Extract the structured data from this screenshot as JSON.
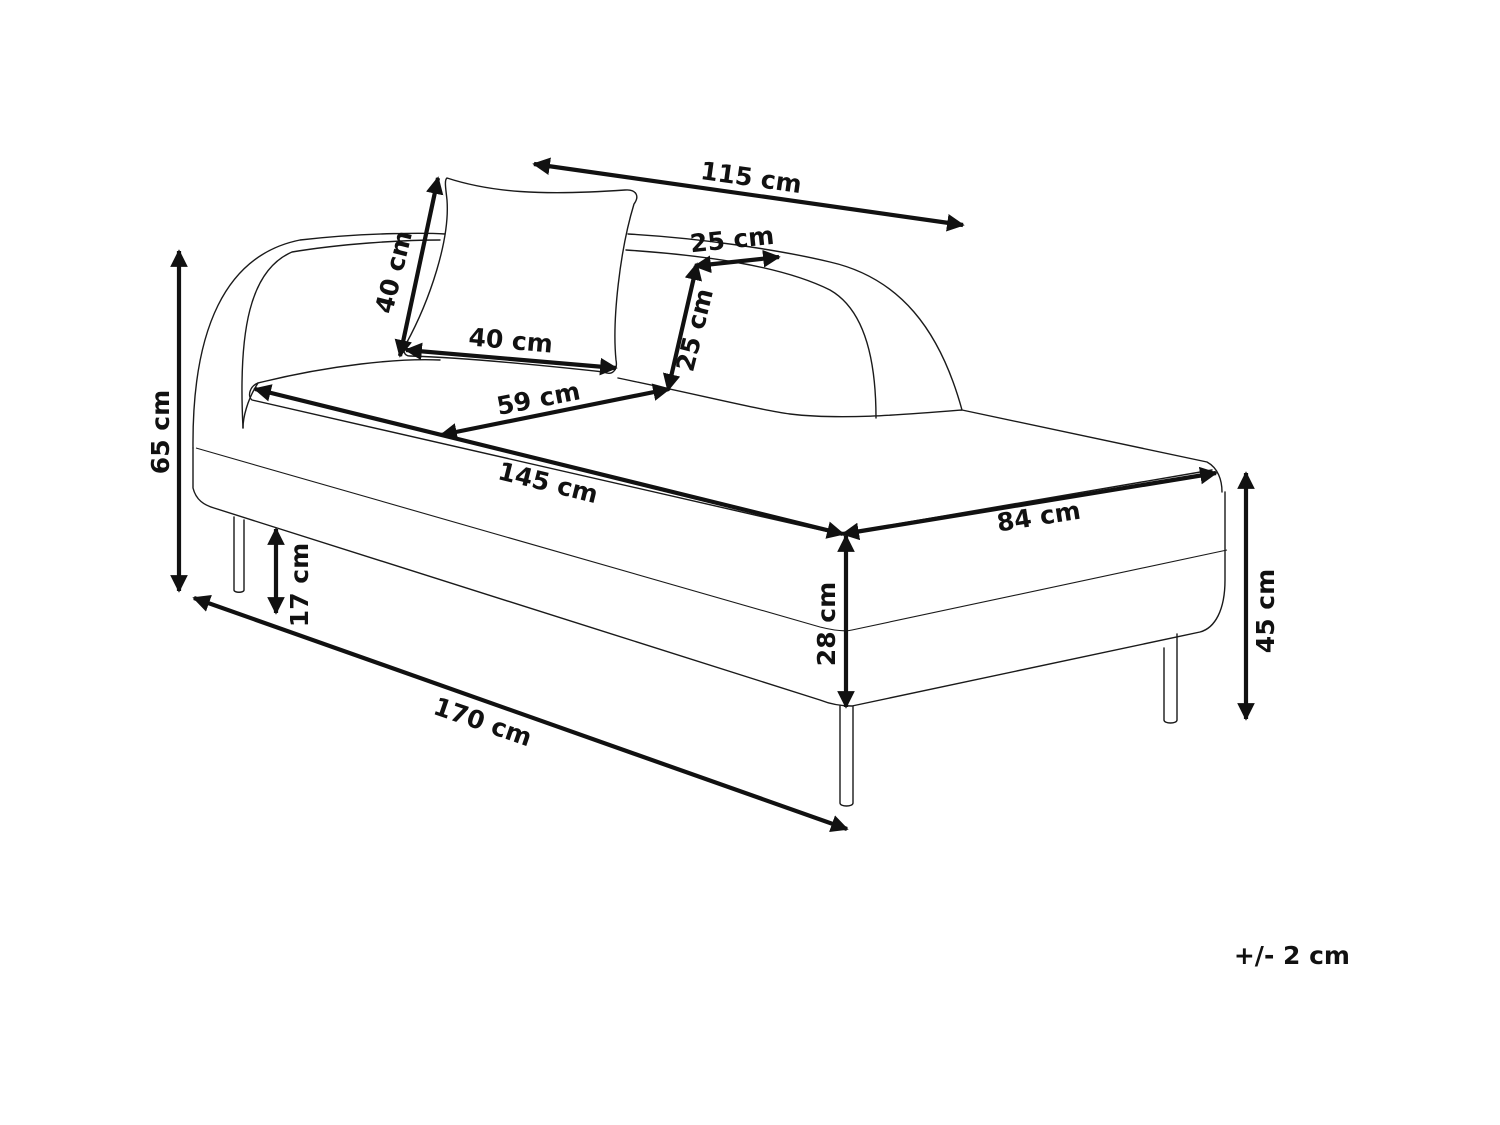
{
  "product": "chaise longue with cushion",
  "colors": {
    "line": "#1a1a1a",
    "dimension": "#111111",
    "background": "#ffffff"
  },
  "dimensions": [
    {
      "id": "backrest-width",
      "label": "115 cm"
    },
    {
      "id": "cushion-height",
      "label": "40 cm"
    },
    {
      "id": "cushion-width",
      "label": "40 cm"
    },
    {
      "id": "backrest-depth",
      "label": "25 cm"
    },
    {
      "id": "backrest-height",
      "label": "25 cm"
    },
    {
      "id": "seat-depth",
      "label": "59 cm"
    },
    {
      "id": "seat-length",
      "label": "145 cm"
    },
    {
      "id": "total-depth",
      "label": "84 cm"
    },
    {
      "id": "total-height",
      "label": "65 cm"
    },
    {
      "id": "leg-height",
      "label": "17 cm"
    },
    {
      "id": "base-height",
      "label": "28 cm"
    },
    {
      "id": "seat-height",
      "label": "45 cm"
    },
    {
      "id": "total-length",
      "label": "170 cm"
    }
  ],
  "tolerance": "+/- 2 cm"
}
